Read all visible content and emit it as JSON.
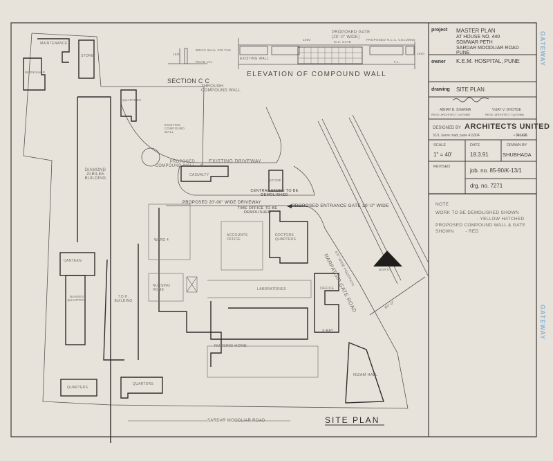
{
  "title_block": {
    "project_label": "project",
    "project_lines": [
      "MASTER PLAN",
      "AT HOUSE NO. 440",
      "SOMWAR PETH",
      "SARDAR MOODLIAR ROAD",
      "PUNE"
    ],
    "owner_label": "owner",
    "owner": "K.E.M. HOSPITAL, PUNE",
    "drawing_label": "drawing",
    "drawing": "SITE PLAN",
    "architect_1": "ABHAY B. SHARMA",
    "architect_1_reg": "REGD. ARCHITECT CA/75/852",
    "architect_2": "VIJAY V. DHOTGE",
    "architect_2_reg": "REGD. ARCHITECT CA/75/861",
    "designed_by_label": "DESIGNED BY",
    "firm": "ARCHITECTS UNITED",
    "firm_address": "31/1, karve road, pune 411004",
    "firm_phone": "• 341426",
    "scale_label": "SCALE",
    "scale": "1\" = 40'",
    "date_label": "DATE",
    "date": "18.3.91",
    "drawn_by_label": "DRAWN BY",
    "drawn_by": "SHUBHADA",
    "revised_label": "REVISED",
    "job_no": "job. no. 85-90/K-13/1",
    "drg_no": "drg. no. 7271"
  },
  "note": {
    "heading": "NOTE",
    "lines": [
      "WORK TO BE DEMOLISHED SHOWN",
      "- YELLOW HATCHED",
      "PROPOSED COMPOUND WALL & GATE",
      "SHOWN        - RED"
    ]
  },
  "margin_stamp": "GATEWAY",
  "elevation": {
    "title": "ELEVATION OF COMPOUND WALL",
    "proposed_gate": "PROPOSED GATE",
    "gate_width": "(20'-0\" WIDE)",
    "ms_gate": "M.S. GATE",
    "rcc_columns": "PROPOSED R.C.C. COLUMNS",
    "existing_wall": "EXISTING WALL",
    "dim_1": "1500",
    "dim_2": "1500",
    "fl": "F.L."
  },
  "section": {
    "title": "SECTION C C",
    "subtitle": "THROUGH COMPOUND WALL",
    "brick_wall": "BRICK WALL 230 THK",
    "road_lvl": "ROAD LVL.",
    "dim": "1500"
  },
  "plan": {
    "title": "SITE PLAN",
    "road_bottom": "SARDAR MOODLIAR ROAD",
    "road_right": "NARPATGIR GATE ROAD",
    "footpath": "6'0\" WIDE FOOTPATH",
    "road_width": "60'-0\"",
    "north": "NORTH",
    "labels": {
      "maintenance": "MAINTENANCE",
      "store": "STORE",
      "workshop": "WORKSHOP",
      "quarters_top": "QUARTERS",
      "existing_wall": "EXISTING COMPOUND WALL",
      "diamond": "DIAMOND JUBILEE BUILDING",
      "proposed_wall": "PROPOSED COMPOUND WALL",
      "driveway": "EXISTING DRIVEWAY",
      "casualty": "CASUALTY",
      "store2": "STORE",
      "central_stores": "CENTRAL STORE TO BE DEMOLISHED",
      "proposed_driveway": "PROPOSED 20'-00\" WIDE DRIVEWAY",
      "time_office": "TIME OFFICE TO BE DEMOLISHED",
      "entrance_gate": "PROPOSED ENTRANCE GATE 20'-0\" WIDE",
      "ward4": "WARD 4",
      "accounts": "ACCOUNTS OFFICE",
      "doctors": "DOCTORS QUARTERS",
      "canteen": "CANTEEN",
      "nurses": "NURSES QUARTERS",
      "tdh": "T.D.H. BUILDING",
      "nursing_home_1": "NURSING HOME",
      "laboratories": "LABORATORIES",
      "office": "OFFICE",
      "xray": "X-RAY",
      "nursing_home_2": "NURSING HOME",
      "nizam": "NIZAM HALL",
      "quarters_bl": "QUARTERS",
      "quarters_bm": "QUARTERS"
    }
  }
}
